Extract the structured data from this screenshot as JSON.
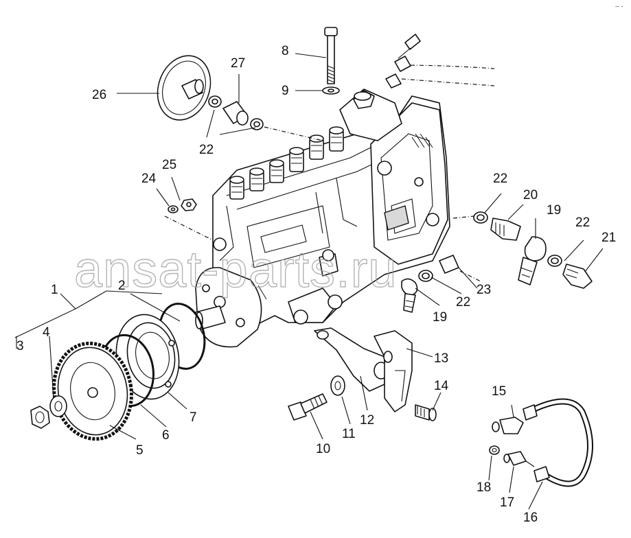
{
  "watermark": "ansat-parts.ru",
  "corner_mark": "-- -",
  "callouts": {
    "c1": "1",
    "c2": "2",
    "c3": "3",
    "c4": "4",
    "c5": "5",
    "c6": "6",
    "c7": "7",
    "c8": "8",
    "c9": "9",
    "c10": "10",
    "c11": "11",
    "c12": "12",
    "c13": "13",
    "c14": "14",
    "c15": "15",
    "c16": "16",
    "c17": "17",
    "c18": "18",
    "c19a": "19",
    "c19b": "19",
    "c20": "20",
    "c21": "21",
    "c22a": "22",
    "c22b": "22",
    "c22c": "22",
    "c23": "23",
    "c24": "24",
    "c25": "25",
    "c26": "26",
    "c27": "27"
  }
}
